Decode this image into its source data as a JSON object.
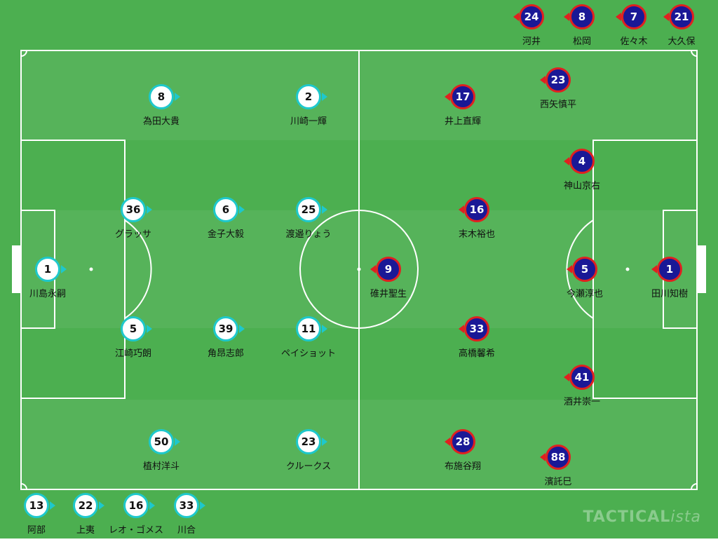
{
  "colors": {
    "pitch": "#4caf50",
    "home_ring": "#1ec8cc",
    "away_ring": "#e02020",
    "away_fill": "#1a1896"
  },
  "watermark": {
    "main": "TACTICAL",
    "italic": "ista"
  },
  "home": {
    "starters": [
      {
        "num": "1",
        "name": "川島永嗣"
      },
      {
        "num": "36",
        "name": "グラッサ"
      },
      {
        "num": "5",
        "name": "江崎巧朗"
      },
      {
        "num": "6",
        "name": "金子大毅"
      },
      {
        "num": "39",
        "name": "角昂志郎"
      },
      {
        "num": "8",
        "name": "為田大貴"
      },
      {
        "num": "50",
        "name": "植村洋斗"
      },
      {
        "num": "25",
        "name": "渡邉りょう"
      },
      {
        "num": "11",
        "name": "ペイショット"
      },
      {
        "num": "2",
        "name": "川崎一輝"
      },
      {
        "num": "23",
        "name": "クルークス"
      }
    ],
    "subs": [
      {
        "num": "13",
        "name": "阿部"
      },
      {
        "num": "22",
        "name": "上夷"
      },
      {
        "num": "16",
        "name": "レオ・ゴメス"
      },
      {
        "num": "33",
        "name": "川合"
      }
    ]
  },
  "away": {
    "starters": [
      {
        "num": "1",
        "name": "田川知樹"
      },
      {
        "num": "5",
        "name": "今瀬淳也"
      },
      {
        "num": "4",
        "name": "神山京右"
      },
      {
        "num": "41",
        "name": "酒井崇一"
      },
      {
        "num": "23",
        "name": "西矢慎平"
      },
      {
        "num": "88",
        "name": "濱託巳"
      },
      {
        "num": "17",
        "name": "井上直輝"
      },
      {
        "num": "16",
        "name": "末木裕也"
      },
      {
        "num": "33",
        "name": "高橋馨希"
      },
      {
        "num": "28",
        "name": "布施谷翔"
      },
      {
        "num": "9",
        "name": "碓井聖生"
      }
    ],
    "subs": [
      {
        "num": "24",
        "name": "河井"
      },
      {
        "num": "8",
        "name": "松岡"
      },
      {
        "num": "7",
        "name": "佐々木"
      },
      {
        "num": "21",
        "name": "大久保"
      }
    ]
  }
}
